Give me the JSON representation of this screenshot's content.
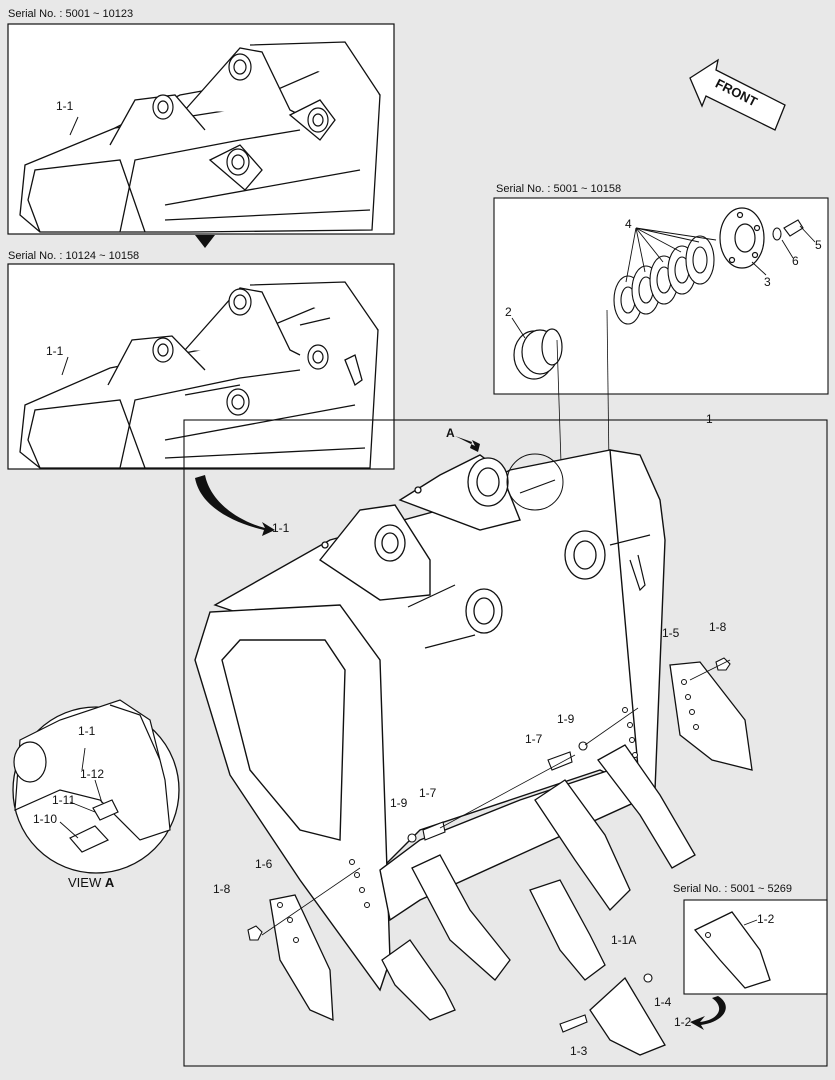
{
  "serials": {
    "top_left": "Serial No. : 5001 ~ 10123",
    "mid_left": "Serial No. : 10124 ~ 10158",
    "pin_detail": "Serial No. : 5001 ~ 10158",
    "tooth_detail": "Serial No. : 5001 ~ 5269"
  },
  "front_label": "FRONT",
  "view_label": "VIEW",
  "view_letter": "A",
  "arrow_letter": "A",
  "labels": {
    "p1": "1",
    "p1_1_top": "1-1",
    "p1_1_mid": "1-1",
    "p1_1_main": "1-1",
    "p1_1_view": "1-1",
    "p1_1A": "1-1A",
    "p1_2_main": "1-2",
    "p1_2_detail": "1-2",
    "p1_3": "1-3",
    "p1_4": "1-4",
    "p1_5": "1-5",
    "p1_6": "1-6",
    "p1_7_a": "1-7",
    "p1_7_b": "1-7",
    "p1_8_a": "1-8",
    "p1_8_b": "1-8",
    "p1_9_a": "1-9",
    "p1_9_b": "1-9",
    "p1_10": "1-10",
    "p1_11": "1-11",
    "p1_12": "1-12",
    "p2": "2",
    "p3": "3",
    "p4": "4",
    "p5": "5",
    "p6": "6"
  }
}
